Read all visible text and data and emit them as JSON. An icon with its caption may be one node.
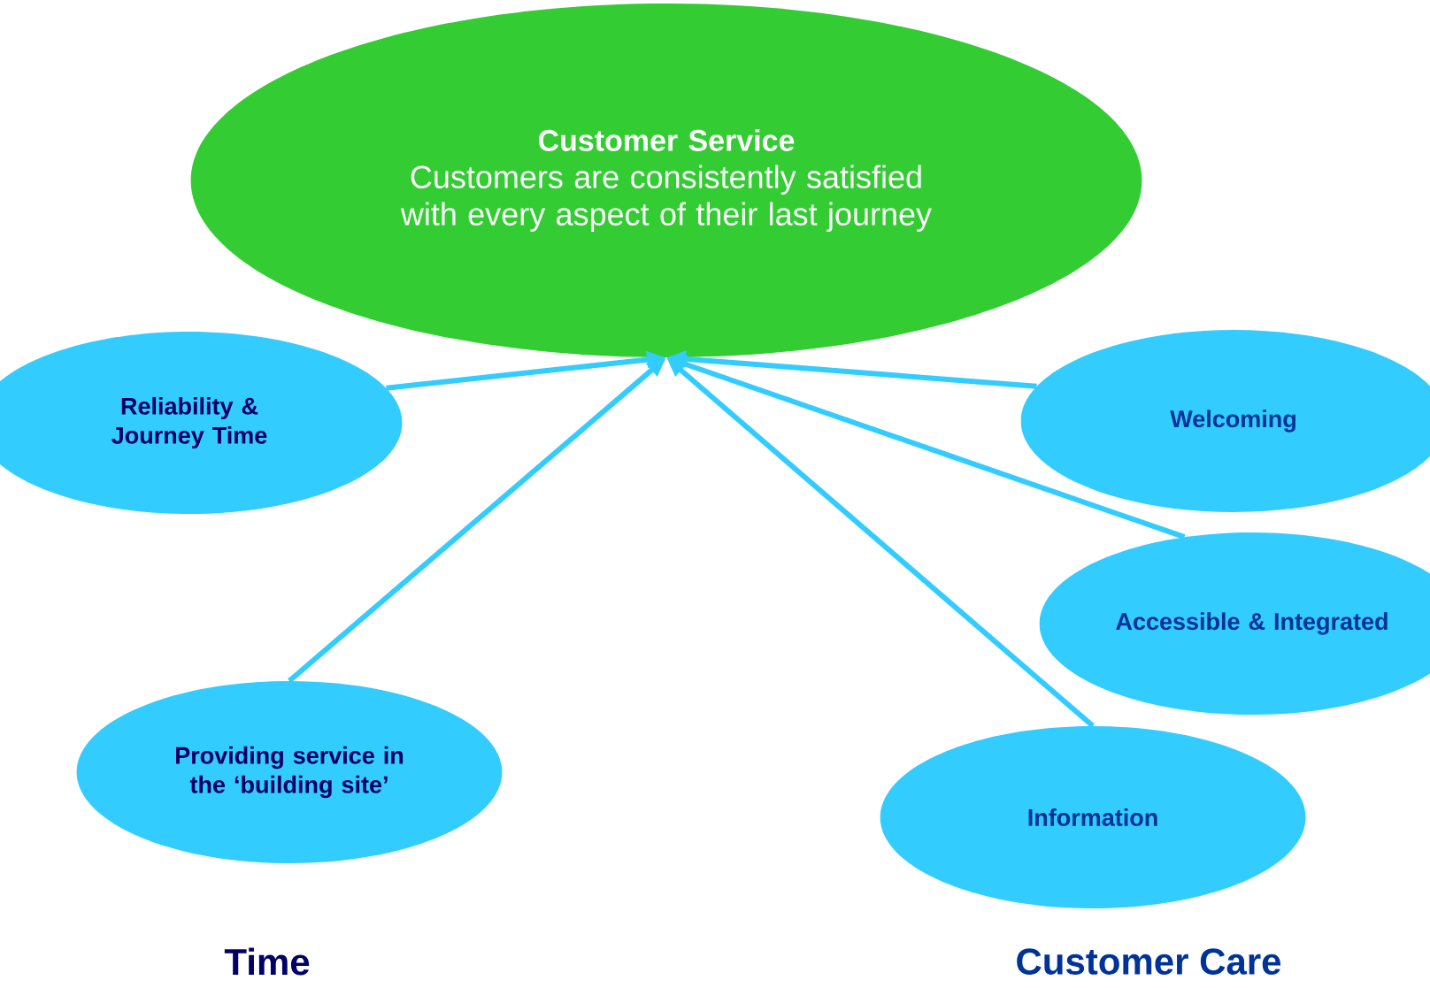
{
  "diagram": {
    "nodes": [
      {
        "text": [
          "Customer Service",
          "Customers are consistently satisfied with every aspect of their last journey"
        ]
      },
      {
        "text": [
          "Reliability & Journey Time"
        ]
      },
      {
        "text": [
          "Providing service in the ‘building site’"
        ]
      },
      {
        "text": [
          "Welcoming"
        ]
      },
      {
        "text": [
          "Accessible & Integrated"
        ]
      },
      {
        "text": [
          "Information"
        ]
      }
    ],
    "edges": [
      {
        "from": 1,
        "to": 0,
        "arrow": "to"
      },
      {
        "from": 2,
        "to": 0,
        "arrow": "to"
      },
      {
        "from": 3,
        "to": 0,
        "arrow": "to"
      },
      {
        "from": 4,
        "to": 0,
        "arrow": "to"
      },
      {
        "from": 5,
        "to": 0,
        "arrow": "to"
      }
    ],
    "labels": [
      "Time",
      "Customer Care"
    ]
  }
}
